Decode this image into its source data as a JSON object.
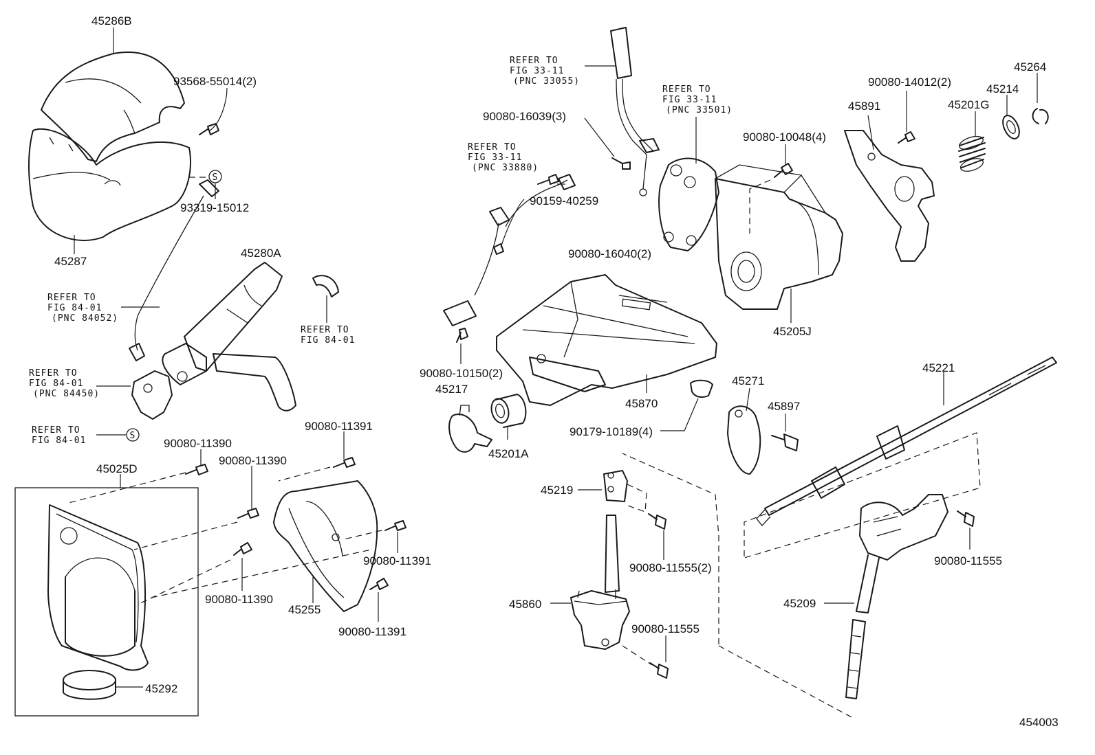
{
  "labels": {
    "p45286B": "45286B",
    "p93568": "93568-55014(2)",
    "p93319": "93319-15012",
    "p45287": "45287",
    "p45280A": "45280A",
    "p90080_16039": "90080-16039(3)",
    "p90159": "90159-40259",
    "p90080_16040": "90080-16040(2)",
    "p90080_10048": "90080-10048(4)",
    "p90080_14012": "90080-14012(2)",
    "p45891": "45891",
    "p45264": "45264",
    "p45214": "45214",
    "p45201G": "45201G",
    "p45205J": "45205J",
    "p90080_10150": "90080-10150(2)",
    "p45217": "45217",
    "p45201A": "45201A",
    "p45870": "45870",
    "p90179": "90179-10189(4)",
    "p45271": "45271",
    "p45897": "45897",
    "p45221": "45221",
    "p90080_11390a": "90080-11390",
    "p45025D": "45025D",
    "p90080_11390b": "90080-11390",
    "p90080_11391a": "90080-11391",
    "p90080_11391b": "90080-11391",
    "p90080_11390c": "90080-11390",
    "p45255": "45255",
    "p90080_11391c": "90080-11391",
    "p45292": "45292",
    "p45219": "45219",
    "p90080_11555_2": "90080-11555(2)",
    "p45860": "45860",
    "p90080_11555a": "90080-11555",
    "p90080_11555b": "90080-11555",
    "p45209": "45209",
    "footer_code": "454003"
  },
  "refer_notes": {
    "fig_84_01_a": [
      "REFER TO",
      "FIG 84-01",
      "(PNC 84052)"
    ],
    "fig_84_01_b": [
      "REFER TO",
      "FIG 84-01"
    ],
    "fig_84_01_c": [
      "REFER TO",
      "FIG 84-01",
      "(PNC 84450)"
    ],
    "fig_84_01_d": [
      "REFER TO",
      "FIG 84-01"
    ],
    "fig_33_11_a": [
      "REFER TO",
      "FIG 33-11",
      "(PNC 33055)"
    ],
    "fig_33_11_b": [
      "REFER TO",
      "FIG 33-11",
      "(PNC 33501)"
    ],
    "fig_33_11_c": [
      "REFER TO",
      "FIG 33-11",
      "(PNC 33880)"
    ]
  },
  "symbols": {
    "s_mark": "S"
  }
}
